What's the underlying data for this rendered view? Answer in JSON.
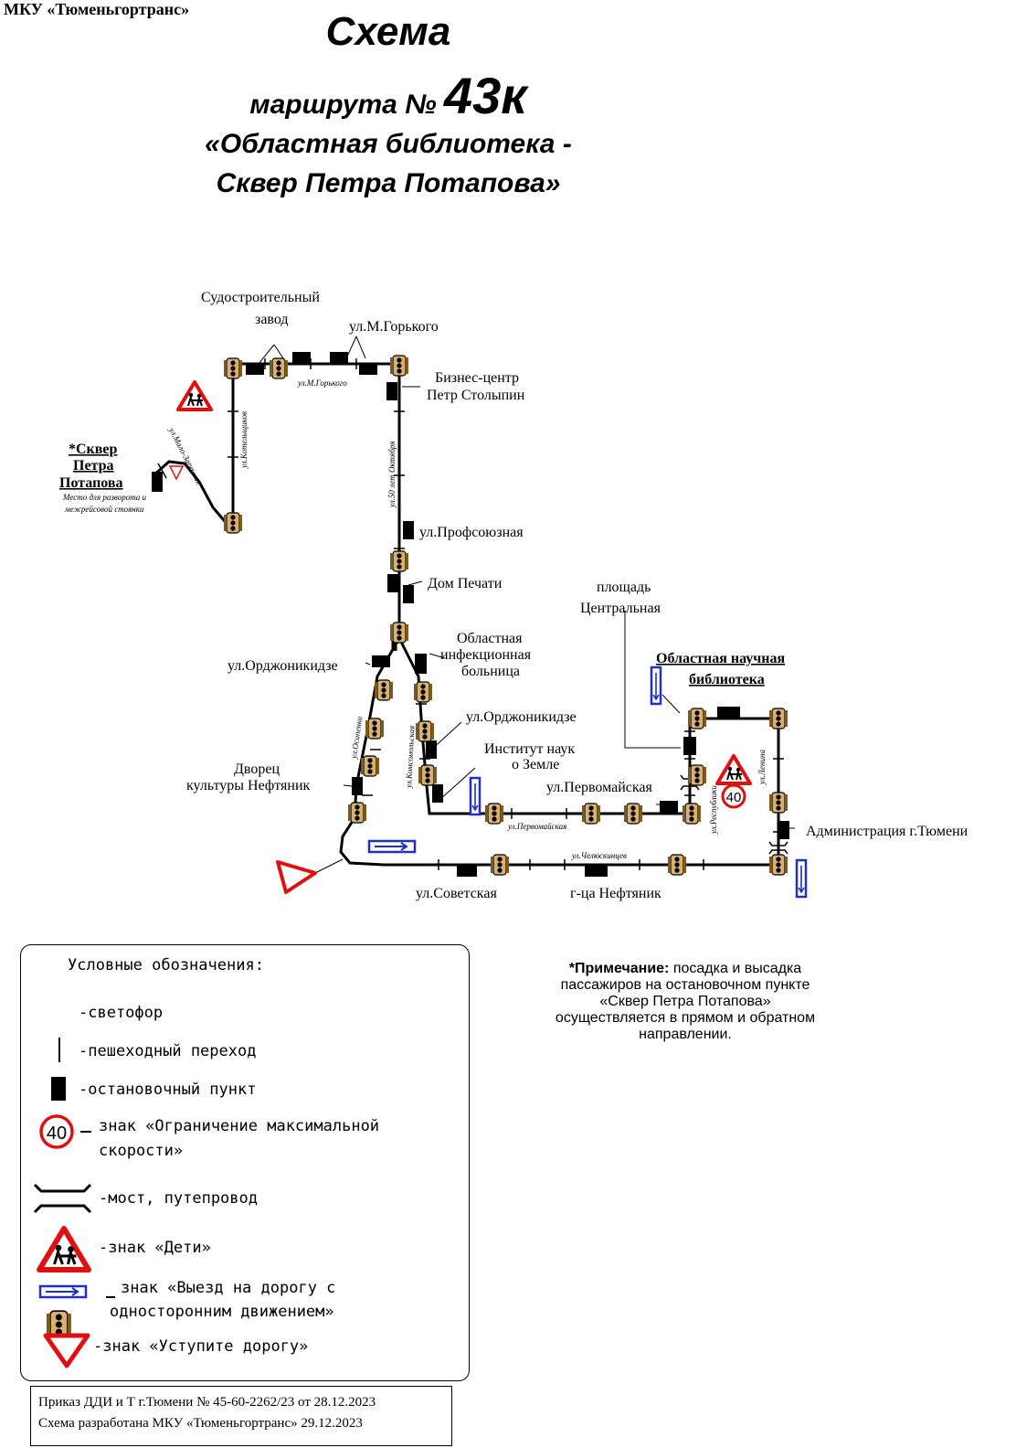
{
  "header": {
    "organization": "МКУ «Тюменьгортранс»",
    "title_line1": "Схема",
    "title_line2_prefix": "маршрута №",
    "route_number": "43к",
    "title_line3": "«Областная библиотека -",
    "title_line4": "Сквер Петра Потапова»"
  },
  "map": {
    "stops": {
      "sudostroitelny_1": "Судостроительный",
      "sudostroitelny_2": "завод",
      "gorkogo": "ул.М.Горького",
      "biznes_1": "Бизнес-центр",
      "biznes_2": "Петр Столыпин",
      "skver_1": "*Сквер",
      "skver_2": "Петра",
      "skver_3": "Потапова",
      "skver_note_1": "Место для разворота и",
      "skver_note_2": "межрейсовой стоянки",
      "profsoyuznaya": "ул.Профсоюзная",
      "dom_pechati": "Дом Печати",
      "oblastnaya_1": "Областная",
      "oblastnaya_2": "инфекционная",
      "oblastnaya_3": "больница",
      "ordzhonikidze_left": "ул.Орджоникидзе",
      "ordzhonikidze_right": "ул.Орджоникидзе",
      "institut_1": "Институт наук",
      "institut_2": "о Земле",
      "dvorets_1": "Дворец",
      "dvorets_2": "культуры Нефтяник",
      "pervomayskaya": "ул.Первомайская",
      "ploshchad_1": "площадь",
      "ploshchad_2": "Центральная",
      "biblioteka_1": "Областная научная",
      "biblioteka_2": "библиотека",
      "administratsiya": "Администрация  г.Тюмени",
      "sovetskaya": "ул.Советская",
      "neftyanik_hotel": "г-ца Нефтяник"
    },
    "streets": {
      "gorkogo": "ул.М.Горького",
      "kotelshchikov": "ул.Котельщиков",
      "malo_zarechnaya": "ул.Мало-Заречная",
      "oktyabrya": "ул.50 лет Октября",
      "osipenko": "ул.Осипенко",
      "komsomolskaya": "ул.Комсомольская",
      "pervomayskaya": "ул.Первомайская",
      "respubliki": "ул.Республики",
      "lenina": "ул.Ленина",
      "chelyuskintsev": "ул.Челюскинцев"
    },
    "speed_limit": "40"
  },
  "legend": {
    "title": "Условные обозначения:",
    "items": {
      "traffic_light": "-светофор",
      "crossing": "-пешеходный переход",
      "stop": "-остановочный пункт",
      "speed_1": "знак «Ограничение максимальной",
      "speed_2": "скорости»",
      "speed_value": "40",
      "bridge": "-мост, путепровод",
      "children": "-знак «Дети»",
      "oneway_1": "знак «Выезд на дорогу с",
      "oneway_2": "односторонним движением»",
      "yield": "-знак «Уступите дорогу»"
    }
  },
  "note": {
    "bold": "*Примечание:",
    "text_1": " посадка и высадка",
    "text_2": "пассажиров на остановочном пункте",
    "text_3": "«Сквер Петра Потапова»",
    "text_4": "осуществляется в прямом и обратном",
    "text_5": "направлении."
  },
  "footer": {
    "line1": "Приказ ДДИ и Т г.Тюмени № 45-60-2262/23 от 28.12.2023",
    "line2": "Схема разработана МКУ «Тюменьгортранс» 29.12.2023"
  },
  "colors": {
    "sign_red": "#e01010",
    "oneway_blue": "#2030c0"
  }
}
